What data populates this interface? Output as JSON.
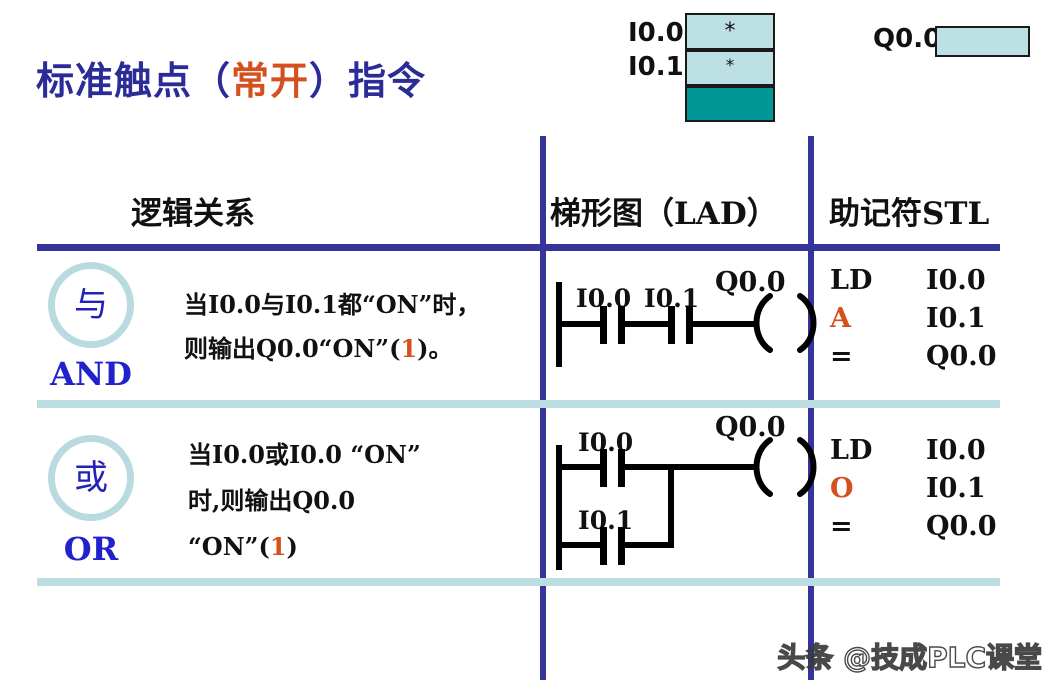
{
  "slide": {
    "title_prefix": "标准触点（",
    "title_highlight": "常开",
    "title_suffix": "）指令",
    "accent_blue": "#2c2c99",
    "accent_orange": "#d4501e",
    "rule_blue": "#34349b",
    "soft_rule": "#bcdde2"
  },
  "top_diagram": {
    "inputs": [
      {
        "label": "I0.0",
        "marker": "*",
        "fill": "#bde0e4"
      },
      {
        "label": "I0.1",
        "marker": "*",
        "fill": "#bde0e4"
      }
    ],
    "third_block_fill": "#019797",
    "output": {
      "label": "Q0.0",
      "value": "",
      "fill": "#bde0e4"
    }
  },
  "table": {
    "headers": [
      {
        "label": "逻辑关系",
        "name": "logic-relation"
      },
      {
        "label": "梯形图（LAD）",
        "name": "ladder-diagram"
      },
      {
        "label": "助记符STL",
        "name": "mnemonic-stl"
      }
    ],
    "rows": [
      {
        "symbol": "与",
        "word": "AND",
        "description_lines": [
          {
            "text": "当I0.0与I0.1都“ON”时，",
            "num": ""
          },
          {
            "pre": "则输出Q0.0“ON”(",
            "num": "1",
            "post": ")。"
          }
        ],
        "ladder": {
          "type": "series",
          "contacts": [
            "I0.0",
            "I0.1"
          ],
          "coil": "Q0.0"
        },
        "stl": [
          {
            "op": "LD",
            "arg": "I0.0",
            "accent": false
          },
          {
            "op": "A",
            "arg": "I0.1",
            "accent": true
          },
          {
            "op": "=",
            "arg": "Q0.0",
            "accent": false
          }
        ]
      },
      {
        "symbol": "或",
        "word": "OR",
        "description_lines": [
          {
            "text": "当I0.0或I0.0 “ON”",
            "num": ""
          },
          {
            "text": "时,则输出Q0.0",
            "num": ""
          },
          {
            "pre": "“ON”(",
            "num": "1",
            "post": ")"
          }
        ],
        "ladder": {
          "type": "parallel",
          "contacts": [
            "I0.0",
            "I0.1"
          ],
          "coil": "Q0.0"
        },
        "stl": [
          {
            "op": "LD",
            "arg": "I0.0",
            "accent": false
          },
          {
            "op": "O",
            "arg": "I0.1",
            "accent": true
          },
          {
            "op": "=",
            "arg": "Q0.0",
            "accent": false
          }
        ]
      }
    ]
  },
  "watermark": {
    "text": "头条 @技成PLC课堂"
  }
}
